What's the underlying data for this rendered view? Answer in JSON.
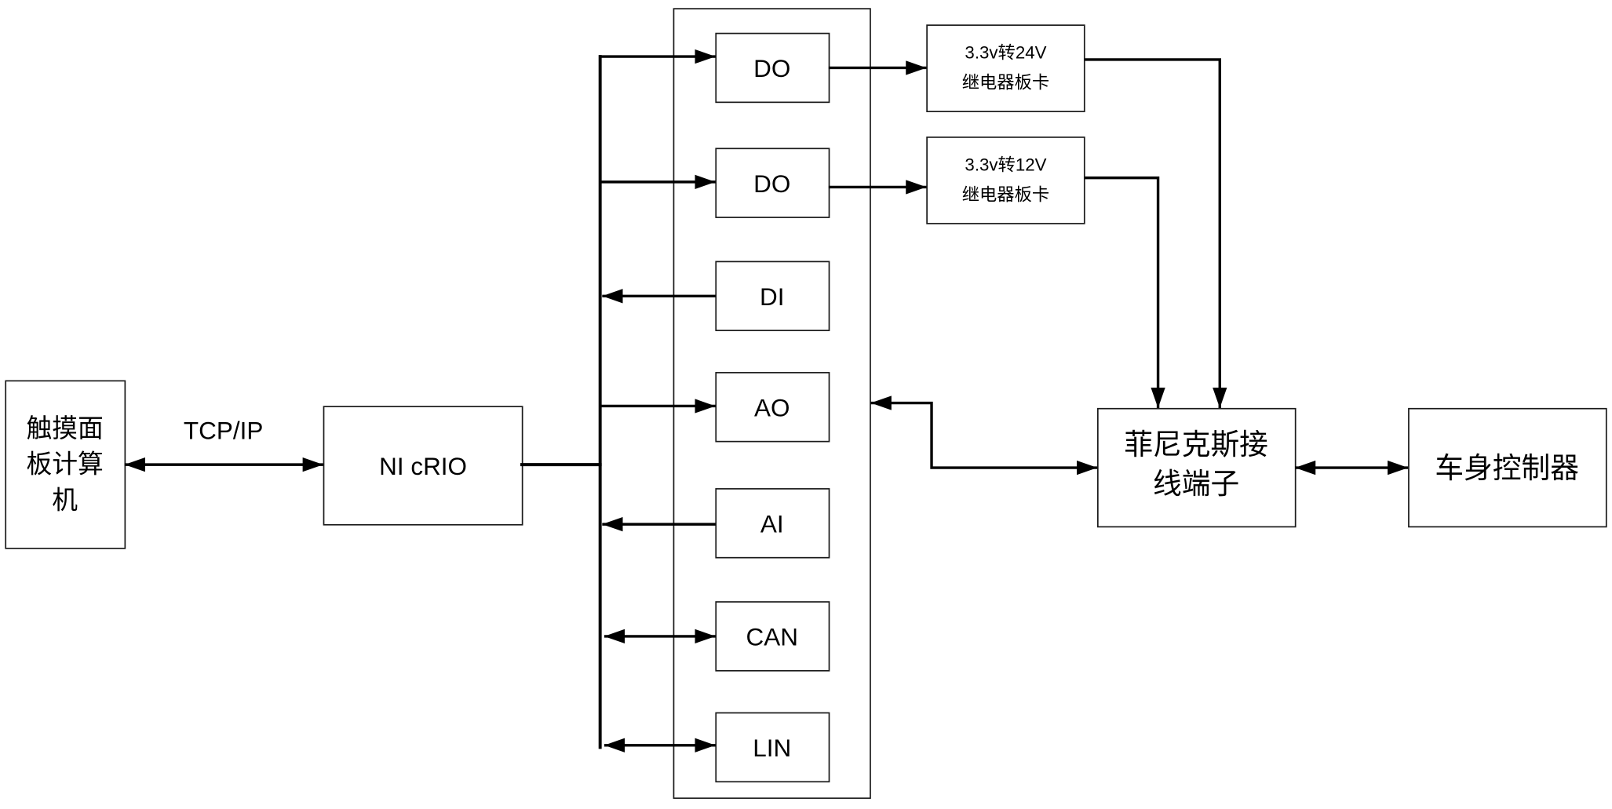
{
  "nodes": {
    "touch_panel": {
      "lines": [
        "触摸面",
        "板计算",
        "机"
      ]
    },
    "ni_crio": {
      "label": "NI cRIO"
    },
    "modules": [
      {
        "label": "DO"
      },
      {
        "label": "DO"
      },
      {
        "label": "DI"
      },
      {
        "label": "AO"
      },
      {
        "label": "AI"
      },
      {
        "label": "CAN"
      },
      {
        "label": "LIN"
      }
    ],
    "relay_24v": {
      "lines": [
        "3.3v转24V",
        "继电器板卡"
      ]
    },
    "relay_12v": {
      "lines": [
        "3.3v转12V",
        "继电器板卡"
      ]
    },
    "phoenix_terminal": {
      "lines": [
        "菲尼克斯接",
        "线端子"
      ]
    },
    "body_controller": {
      "label": "车身控制器"
    }
  },
  "edges": {
    "tcp_ip_label": "TCP/IP"
  },
  "colors": {
    "line": "#000000",
    "background": "#ffffff"
  }
}
